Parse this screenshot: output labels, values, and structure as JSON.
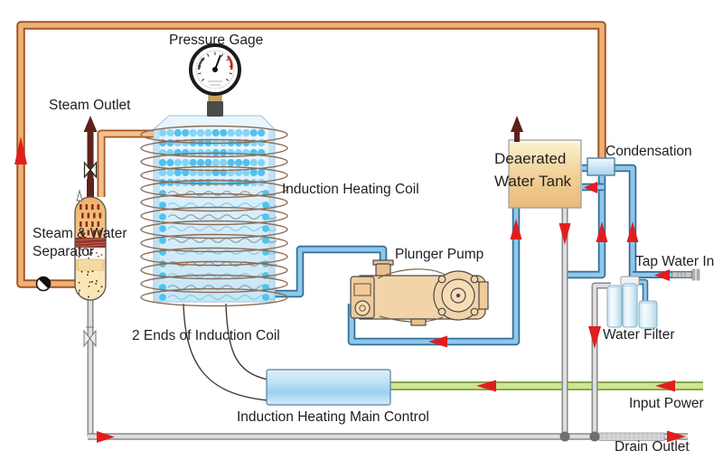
{
  "diagram": {
    "title_labels": {
      "pressure_gage": "Pressure Gage",
      "steam_outlet": "Steam Outlet",
      "separator_line1": "Steam & Water",
      "separator_line2": "Separator",
      "induction_heating_coil": "Induction Heating Coil",
      "coil_ends": "2 Ends of Induction Coil",
      "plunger_pump": "Plunger Pump",
      "tank_line1": "Deaerated",
      "tank_line2": "Water Tank",
      "condensation": "Condensation",
      "tap_water_in": "Tap Water In",
      "water_filter": "Water Filter",
      "main_control": "Induction Heating Main Control",
      "input_power": "Input Power",
      "drain_outlet": "Drain Outlet"
    },
    "colors": {
      "steam_loop_pipe": "#EDB27A",
      "steam_loop_pipe_border": "#A4551E",
      "water_pipe": "#92C7E8",
      "water_pipe_border": "#2F6F9C",
      "drain_pipe": "#DEDEDE",
      "drain_pipe_border": "#8A8A8A",
      "power_line": "#CEE690",
      "power_line_border": "#87A64A",
      "flow_arrow": "#E01E1E",
      "steam_vent": "#5E211B",
      "tank_fill": "#F1CE94",
      "control_box_fill": "#9DCFEF"
    },
    "icons": [
      "pressure-gauge-icon",
      "steam-water-separator-icon",
      "induction-coil-vessel-icon",
      "plunger-pump-icon",
      "deaerated-water-tank-icon",
      "condensation-exchanger-icon",
      "water-filter-icon",
      "main-control-box-icon",
      "valve-icon",
      "ball-valve-icon",
      "faucet-icon",
      "flow-arrow-icon"
    ]
  }
}
